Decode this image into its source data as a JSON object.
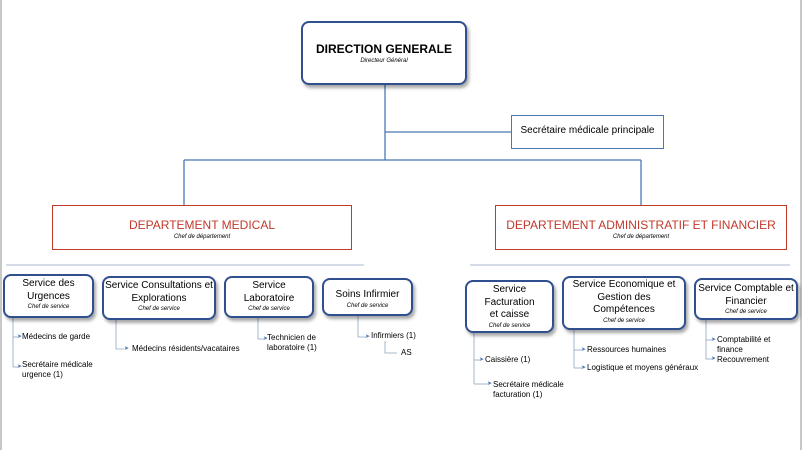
{
  "direction": {
    "title": "DIRECTION GENERALE",
    "subtitle": "Directeur Général"
  },
  "secretary": {
    "label": "Secrétaire médicale principale"
  },
  "dept_medical": {
    "title": "DEPARTEMENT MEDICAL",
    "subtitle": "Chef de département"
  },
  "dept_admin": {
    "title": "DEPARTEMENT ADMINISTRATIF ET FINANCIER",
    "subtitle": "Chef de département"
  },
  "services": {
    "urgences": {
      "title": "Service des Urgences",
      "subtitle": "Chef de service"
    },
    "consultations": {
      "title": "Service Consultations et Explorations",
      "subtitle": "Chef de service"
    },
    "laboratoire": {
      "title": "Service Laboratoire",
      "subtitle": "Chef de service"
    },
    "soins": {
      "title": "Soins Infirmier",
      "subtitle": "Chef de service"
    },
    "facturation": {
      "title": "Service Facturation et caisse",
      "subtitle": "Chef de service"
    },
    "economique": {
      "title": "Service Economique et Gestion des Compétences",
      "subtitle": "Chef de service"
    },
    "comptable": {
      "title": "Service Comptable et Financier",
      "subtitle": "Chef de service"
    }
  },
  "staff": {
    "urgences": [
      "Médecins de garde",
      "Secrétaire médicale urgence (1)"
    ],
    "consultations": [
      "Médecins résidents/vacataires"
    ],
    "laboratoire": [
      "Technicien de laboratoire (1)"
    ],
    "soins": [
      "Infirmiers (1)",
      "AS"
    ],
    "facturation": [
      "Caissière (1)",
      "Secrétaire médicale facturation (1)"
    ],
    "economique": [
      "Ressources humaines",
      "Logistique et moyens généraux"
    ],
    "comptable": [
      "Comptabilité et finance",
      "Recouvrement"
    ]
  },
  "colors": {
    "box_border": "#2f4f8f",
    "dept_border": "#c0392b",
    "dept_text": "#c0392b",
    "connector": "#4a78b5"
  }
}
